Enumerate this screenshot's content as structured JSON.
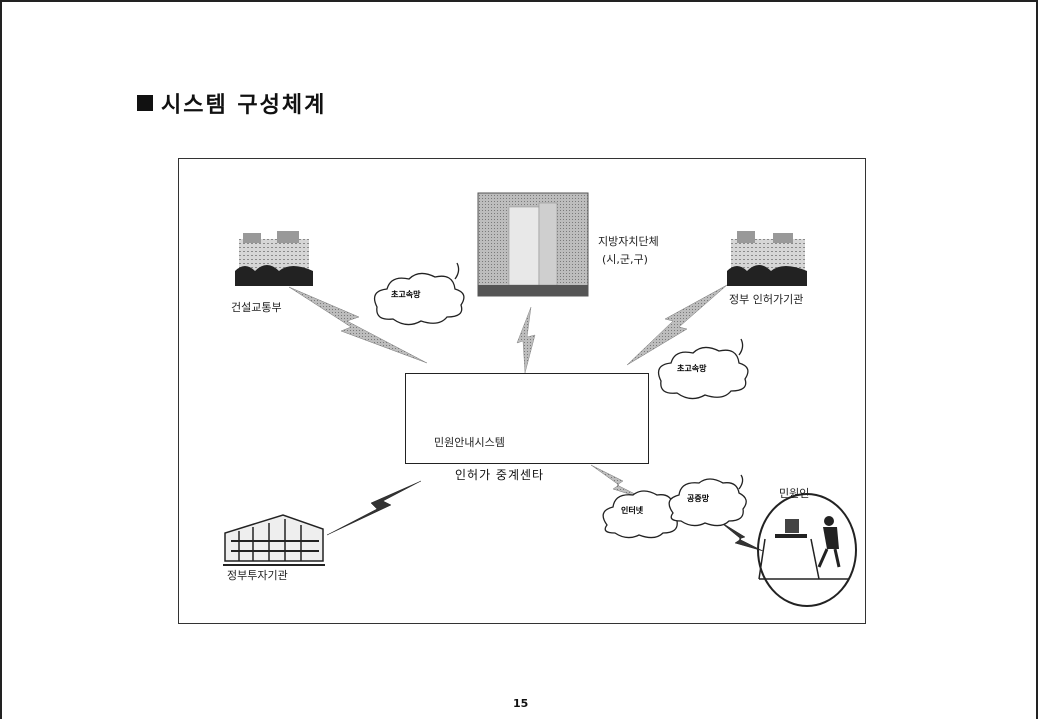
{
  "title": "시스템 구성체계",
  "nodes": {
    "moct": "건설교통부",
    "local_gov": "지방자치단체",
    "local_gov_sub": "(시,군,구)",
    "gov_permit": "정부 인허가기관",
    "gov_invest": "정부투자기관",
    "citizen": "민원인"
  },
  "center": {
    "system_label": "민원안내시스템",
    "caption": "인허가 중계센타"
  },
  "networks": {
    "ultra_left": "초고속망",
    "ultra_right": "초고속망",
    "internet": "인터넷",
    "public": "공중망"
  },
  "page_number": "15"
}
